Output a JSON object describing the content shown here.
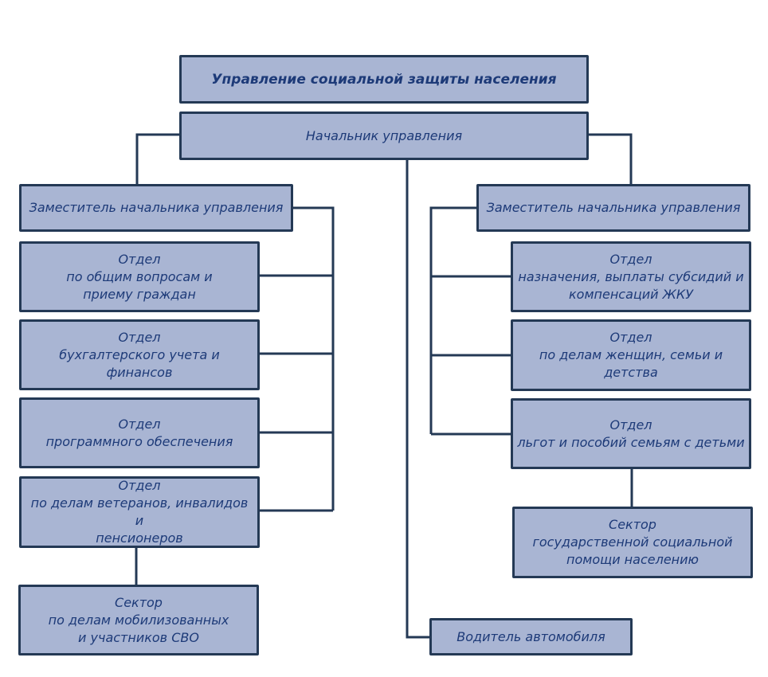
{
  "title": "Управление социальной защиты населения",
  "head": "Начальник управления",
  "left": {
    "deputy": "Заместитель начальника управления",
    "departments": [
      "Отдел\nпо общим вопросам и\nприему граждан",
      "Отдел\nбухгалтерского учета и финансов",
      "Отдел\nпрограммного обеспечения",
      "Отдел\nпо делам ветеранов, инвалидов и\nпенсионеров"
    ],
    "sector": "Сектор\nпо делам мобилизованных\nи участников СВО"
  },
  "right": {
    "deputy": "Заместитель начальника управления",
    "departments": [
      "Отдел\nназначения, выплаты субсидий и\nкомпенсаций ЖКУ",
      "Отдел\nпо делам женщин, семьи и\nдетства",
      "Отдел\nльгот и пособий семьям с детьми"
    ],
    "sector": "Сектор\nгосударственной социальной\nпомощи населению"
  },
  "driver": "Водитель автомобиля",
  "colors": {
    "box_fill": "#a9b5d3",
    "border": "#243955",
    "text": "#1d3a78"
  }
}
